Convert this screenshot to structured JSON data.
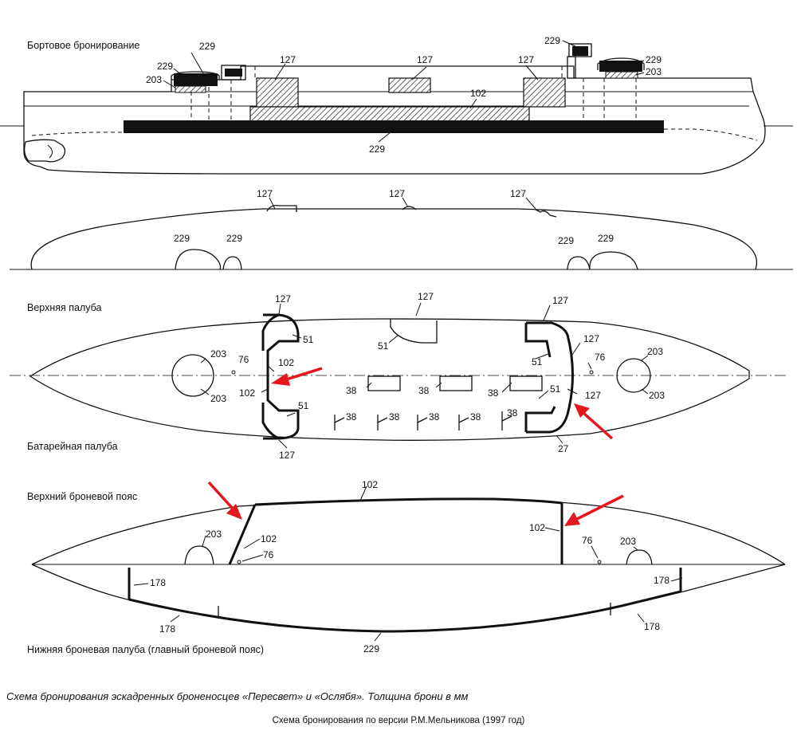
{
  "sections": {
    "side_armor": "Бортовое бронирование",
    "upper_deck": "Верхняя палуба",
    "battery_deck": "Батарейная палуба",
    "upper_belt": "Верхний броневой пояс",
    "lower_deck": "Нижняя броневая палуба (главный броневой пояс)"
  },
  "labels": {
    "n229": "229",
    "n203": "203",
    "n127": "127",
    "n102": "102",
    "n178": "178",
    "n76": "76",
    "n51": "51",
    "n38": "38",
    "n27": "27"
  },
  "caption": "Схема бронирования эскадренных броненосцев «Пересвет» и «Ослябя». Толщина брони в мм",
  "subcaption": "Схема бронирования по версии Р.М.Мельникова (1997 год)",
  "colors": {
    "arrow": "#e3171c",
    "ink": "#111111"
  }
}
